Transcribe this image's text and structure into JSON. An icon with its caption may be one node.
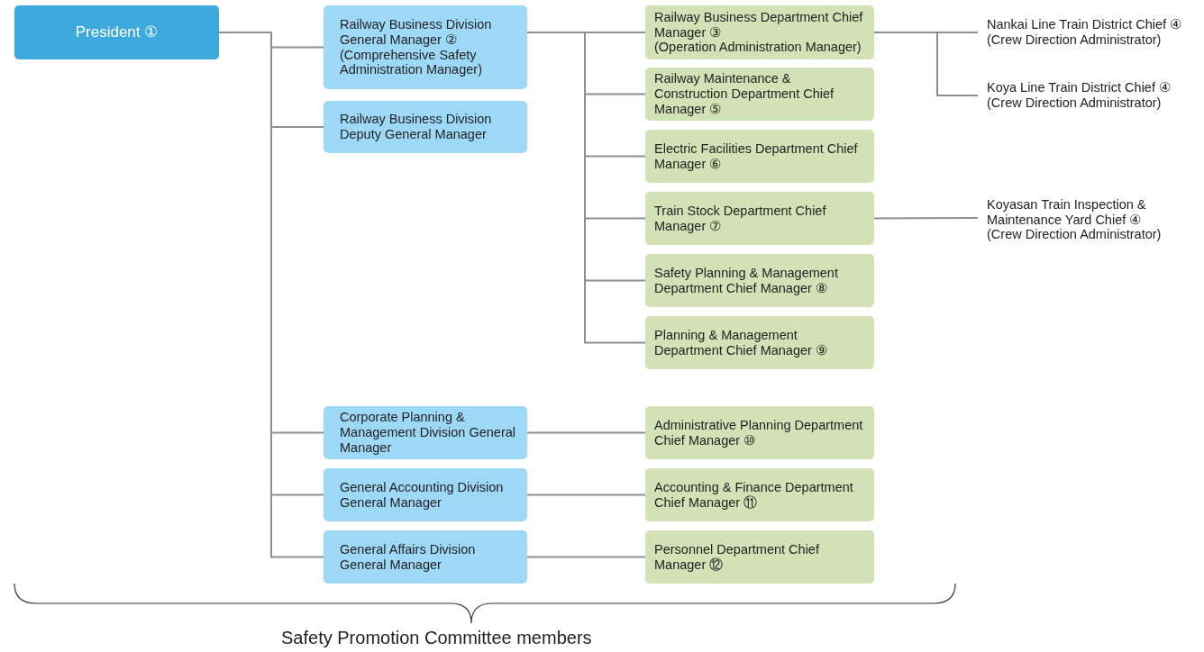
{
  "diagram": {
    "nodes": [
      {
        "text": [
          "President ①"
        ]
      },
      {
        "text": [
          "Railway Business Division General Manager ②",
          "(Comprehensive Safety Administration Manager)"
        ]
      },
      {
        "text": [
          "Railway Business Division Deputy General Manager"
        ]
      },
      {
        "text": [
          "Railway Business Department Chief Manager ③",
          "(Operation Administration Manager)"
        ]
      },
      {
        "text": [
          "Railway Maintenance & Construction Department Chief Manager ⑤"
        ]
      },
      {
        "text": [
          "Electric Facilities Department Chief Manager ⑥"
        ]
      },
      {
        "text": [
          "Train Stock Department Chief Manager ⑦"
        ]
      },
      {
        "text": [
          "Safety Planning & Management Department Chief Manager ⑧"
        ]
      },
      {
        "text": [
          "Planning & Management Department Chief Manager ⑨"
        ]
      },
      {
        "text": [
          "Corporate Planning & Management Division General Manager"
        ]
      },
      {
        "text": [
          "Administrative Planning Department Chief Manager ⑩"
        ]
      },
      {
        "text": [
          "General Accounting Division General Manager"
        ]
      },
      {
        "text": [
          "Accounting & Finance Department Chief Manager ⑪"
        ]
      },
      {
        "text": [
          "General Affairs Division General Manager"
        ]
      },
      {
        "text": [
          "Personnel Department Chief Manager ⑫"
        ]
      },
      {
        "text": [
          "Nankai Line Train District Chief ④",
          "(Crew Direction Administrator)"
        ]
      },
      {
        "text": [
          "Koya Line Train District Chief ④",
          "(Crew Direction Administrator)"
        ]
      },
      {
        "text": [
          "Koyasan Train Inspection & Maintenance Yard Chief ④",
          "(Crew Direction Administrator)"
        ]
      }
    ],
    "edges": [
      {
        "from": 0,
        "to": 1,
        "arrow": "none"
      },
      {
        "from": 0,
        "to": 2,
        "arrow": "none"
      },
      {
        "from": 0,
        "to": 9,
        "arrow": "none"
      },
      {
        "from": 0,
        "to": 11,
        "arrow": "none"
      },
      {
        "from": 0,
        "to": 13,
        "arrow": "none"
      },
      {
        "from": 1,
        "to": 3,
        "arrow": "none"
      },
      {
        "from": 1,
        "to": 4,
        "arrow": "none"
      },
      {
        "from": 1,
        "to": 5,
        "arrow": "none"
      },
      {
        "from": 1,
        "to": 6,
        "arrow": "none"
      },
      {
        "from": 1,
        "to": 7,
        "arrow": "none"
      },
      {
        "from": 1,
        "to": 8,
        "arrow": "none"
      },
      {
        "from": 3,
        "to": 15,
        "arrow": "none"
      },
      {
        "from": 3,
        "to": 16,
        "arrow": "none"
      },
      {
        "from": 6,
        "to": 17,
        "arrow": "none"
      },
      {
        "from": 9,
        "to": 10,
        "arrow": "none"
      },
      {
        "from": 11,
        "to": 12,
        "arrow": "none"
      },
      {
        "from": 13,
        "to": 14,
        "arrow": "none"
      }
    ],
    "labels": [
      "Safety Promotion Committee members"
    ]
  }
}
